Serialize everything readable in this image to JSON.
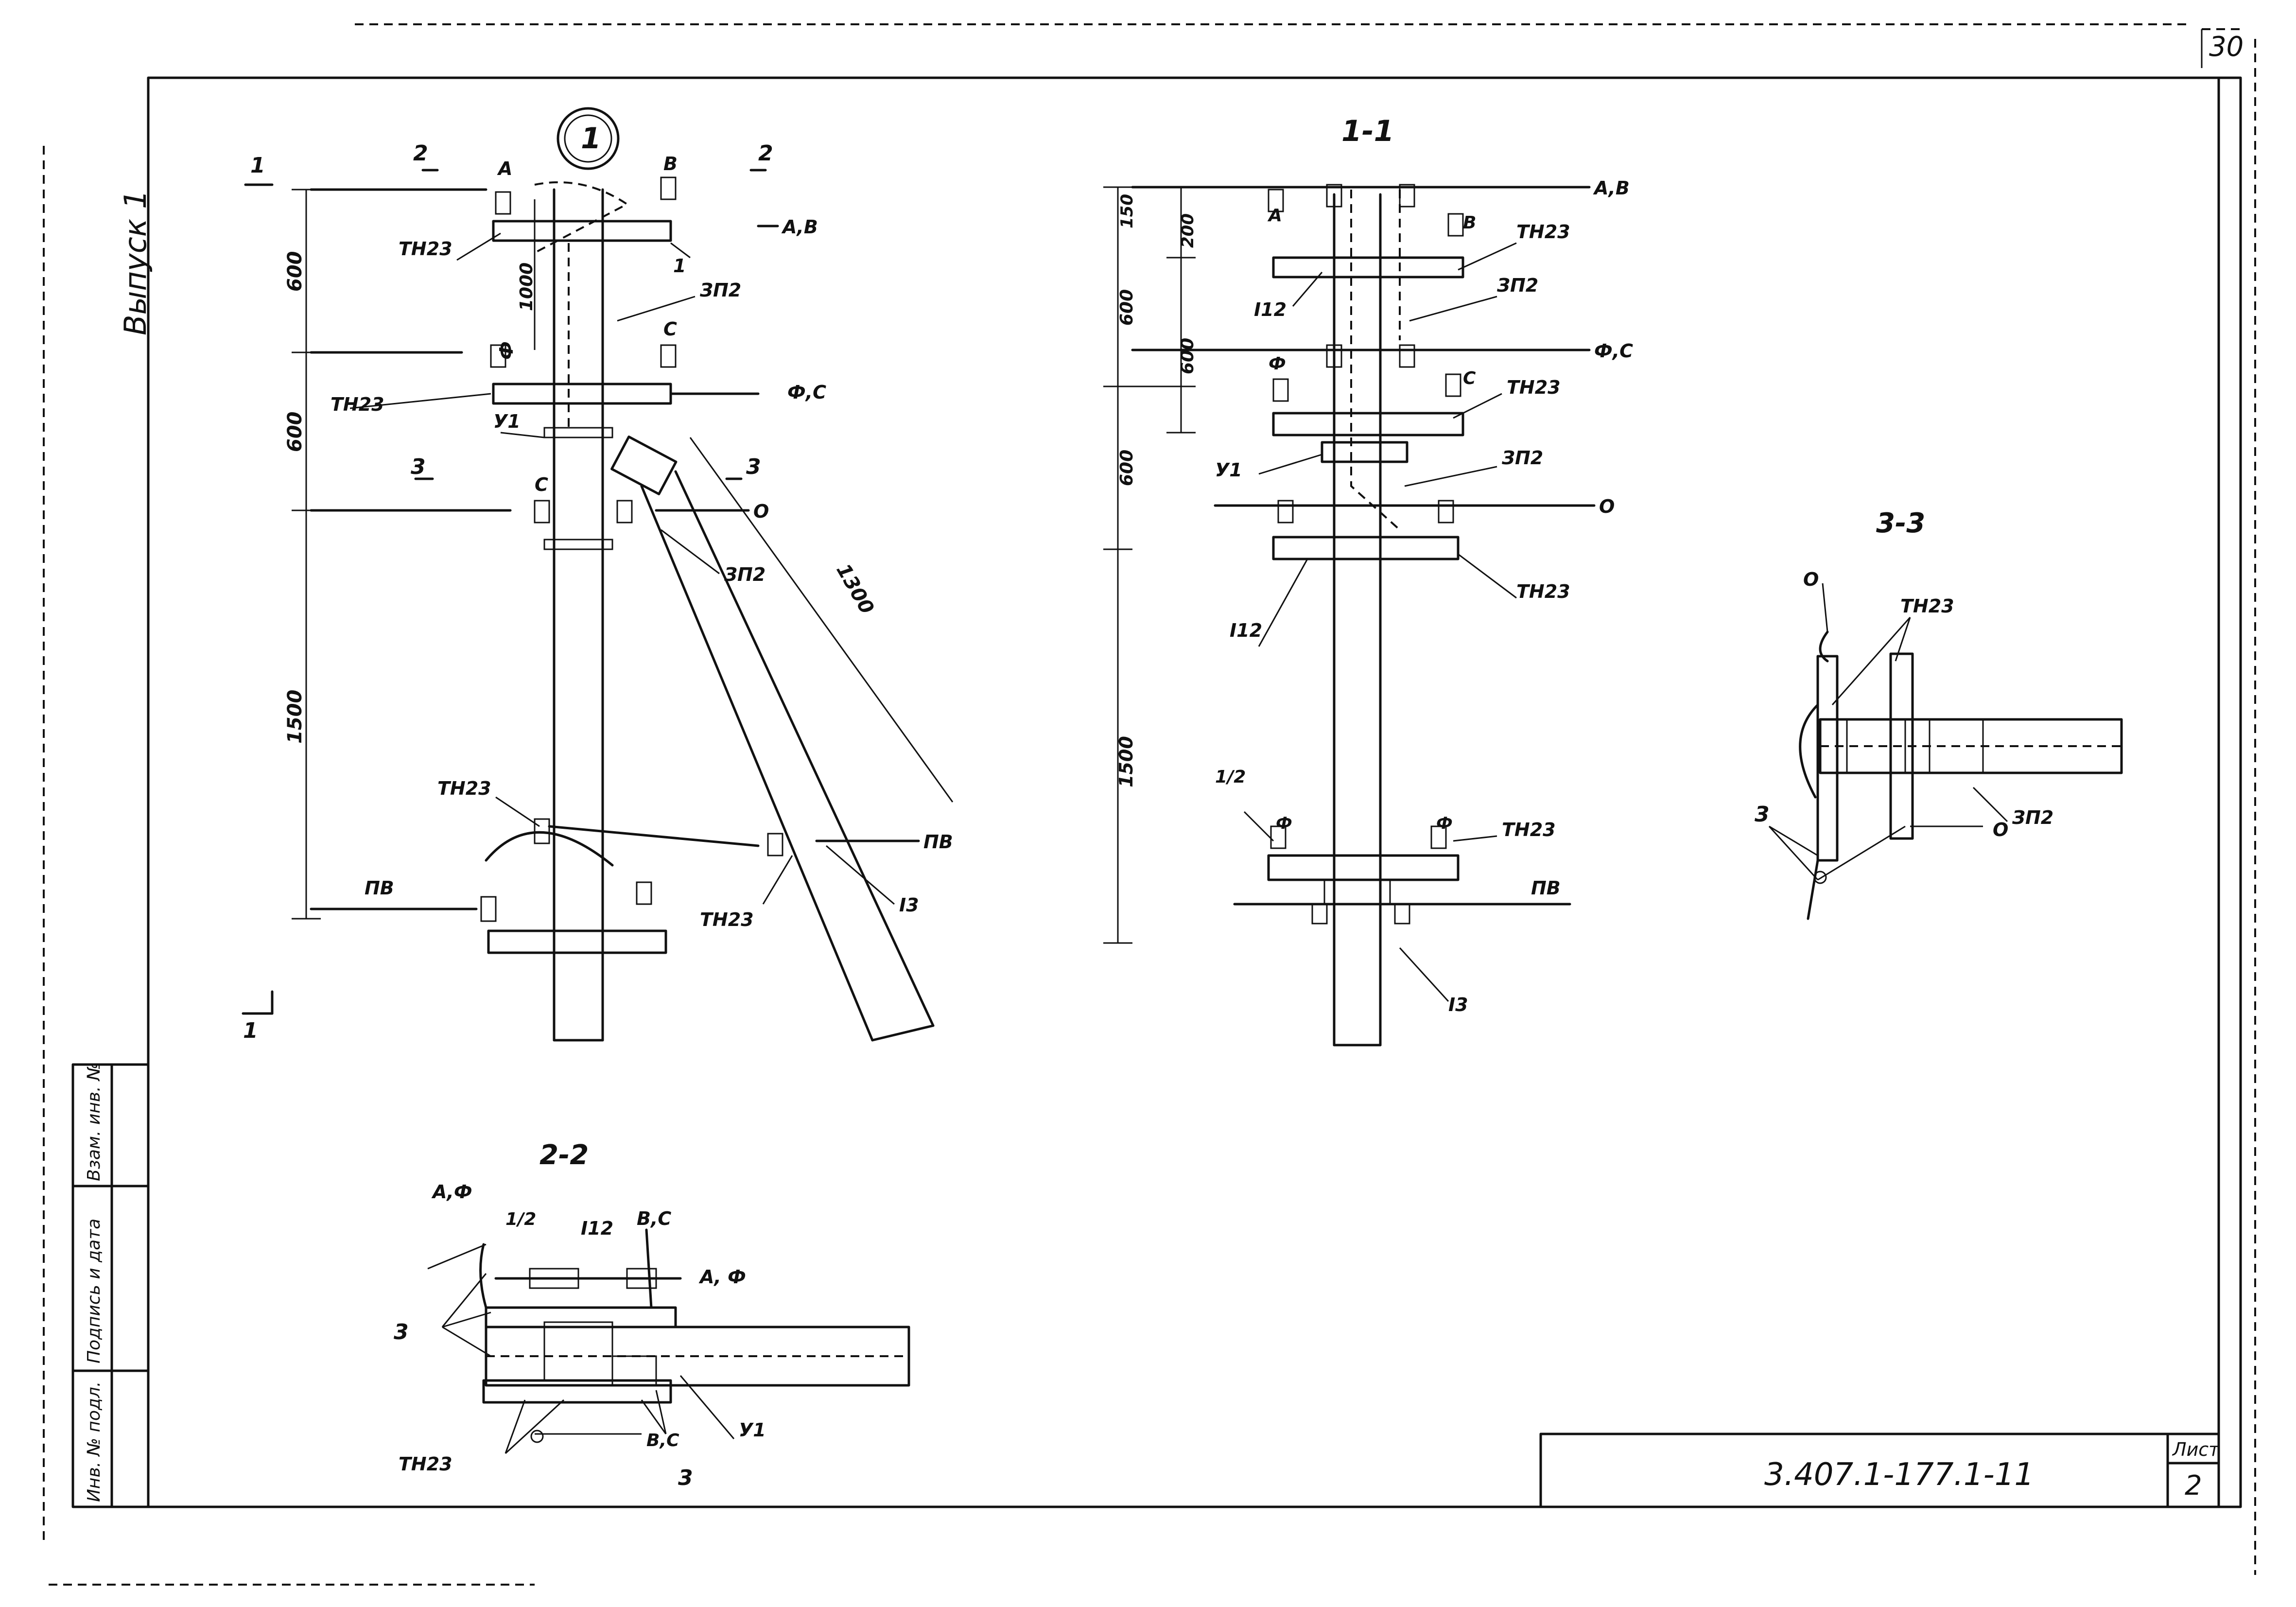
{
  "sheet": {
    "corner_number": "30",
    "edition": "Выпуск 1",
    "doc_code": "3.407.1-177.1-11",
    "list_label": "Лист",
    "list_number": "2",
    "side_stamp": [
      "Инв. № подл.",
      "Подпись и дата",
      "Взам. инв. №"
    ]
  },
  "views": {
    "main": {
      "node_marker": "1",
      "cut_marks": [
        "1",
        "1",
        "2",
        "2",
        "3",
        "3"
      ],
      "dims": [
        "600",
        "1000",
        "600",
        "1500",
        "1300"
      ],
      "labels": {
        "a": "А",
        "v": "В",
        "av_wire": "А,В",
        "f": "Ф",
        "s": "С",
        "fs_wire": "Ф,С",
        "s2": "С",
        "o": "О",
        "tn23_1": "ТН23",
        "tn23_2": "ТН23",
        "tn23_3": "ТН23",
        "tn23_4": "ТН23",
        "zp2_1": "ЗП2",
        "zp2_2": "ЗП2",
        "u1": "У1",
        "one": "1",
        "pv1": "ПВ",
        "pv2": "ПВ",
        "i3": "I3"
      }
    },
    "section_1_1": {
      "title": "1-1",
      "dims": [
        "150",
        "200",
        "600",
        "600",
        "600",
        "1500"
      ],
      "labels": {
        "av_wire": "А,В",
        "a": "А",
        "v": "В",
        "tn23_1": "ТН23",
        "i12_1": "I12",
        "zp2_1": "ЗП2",
        "f": "Ф",
        "s": "С",
        "fs_wire": "Ф,С",
        "tn23_2": "ТН23",
        "u1": "У1",
        "zp2_2": "ЗП2",
        "o": "О",
        "i12_2": "I12",
        "tn23_3": "ТН23",
        "frac": "1/2",
        "f2": "Ф",
        "f3": "Ф",
        "tn23_4": "ТН23",
        "pv": "ПВ",
        "i3": "I3"
      }
    },
    "section_2_2": {
      "title": "2-2",
      "labels": {
        "af_top": "А,Ф",
        "frac": "1/2",
        "i12": "I12",
        "vs_top": "В,С",
        "af_wire": "А, Ф",
        "three_1": "3",
        "u1": "У1",
        "vs_wire": "В,С",
        "tn23": "ТН23",
        "three_2": "3"
      }
    },
    "section_3_3": {
      "title": "3-3",
      "labels": {
        "o_top": "О",
        "tn23": "ТН23",
        "three": "3",
        "o_bot": "О",
        "zp2": "ЗП2"
      }
    }
  }
}
